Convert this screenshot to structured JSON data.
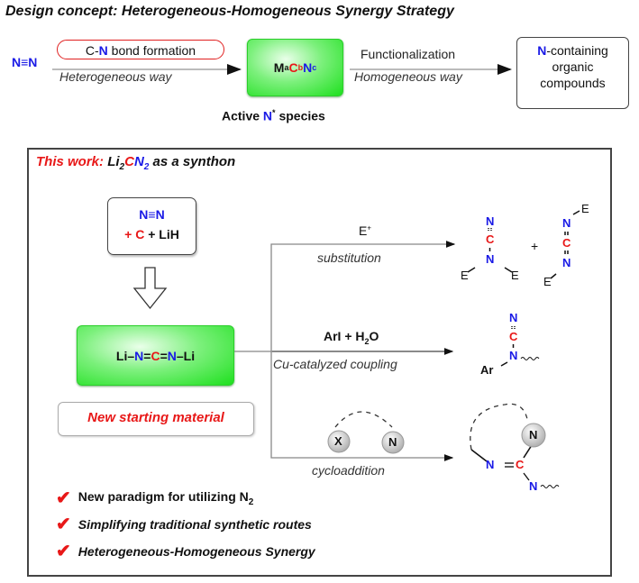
{
  "title": "Design concept: Heterogeneous-Homogeneous Synergy Strategy",
  "top_flow": {
    "start": "N≡N",
    "step1": {
      "box_prefix": "C-",
      "box_highlight": "N",
      "box_suffix": " bond formation",
      "below": "Heterogeneous way"
    },
    "intermediate": {
      "m": "M",
      "m_sub": "a",
      "c": "C",
      "c_sub": "b",
      "n": "N",
      "n_sub": "c",
      "caption_prefix": "Active ",
      "caption_highlight": "N",
      "caption_sup": "*",
      "caption_suffix": " species"
    },
    "step2": {
      "above": "Functionalization",
      "below": "Homogeneous way"
    },
    "product": {
      "highlight": "N",
      "line1_rest": "-containing",
      "line2": "organic",
      "line3": "compounds"
    }
  },
  "this_work": {
    "prefix": "This work: ",
    "li": "Li",
    "li_sub": "2",
    "c": "C",
    "n": "N",
    "n_sub": "2",
    "suffix": " as a synthon"
  },
  "reagents": {
    "line1": "N≡N",
    "plus1": "+ C",
    "plus2": " + LiH"
  },
  "synthon": {
    "li1": "Li–",
    "n1": "N",
    "eq1": "=",
    "c": "C",
    "eq2": "=",
    "n2": "N",
    "li2": "–Li"
  },
  "new_material": "New starting material",
  "reactions": [
    {
      "above": "E",
      "above_sup": "+",
      "below": "substitution",
      "plus": "+"
    },
    {
      "above": "ArI + H",
      "above_sub": "2",
      "above_tail": "O",
      "below": "Cu-catalyzed coupling"
    },
    {
      "below": "cycloaddition",
      "ring_x": "X",
      "ring_n": "N"
    }
  ],
  "products": {
    "sub_a": {
      "top": "N",
      "mid": "C",
      "bottom": "N",
      "left": "E",
      "right": "E"
    },
    "sub_b": {
      "top": "N",
      "mid": "C",
      "bottom": "N",
      "e_top": "E",
      "e_bottom": "E"
    },
    "cu": {
      "top": "N",
      "mid": "C",
      "bottom": "N",
      "ar": "Ar"
    },
    "cyclo": {
      "n_ring": "N",
      "n_imine": "N",
      "c": "C",
      "eq": "=",
      "n_tail": "N"
    }
  },
  "bullets": [
    {
      "text": "New paradigm for utilizing N",
      "sub": "2",
      "italic": false
    },
    {
      "text": "Simplifying traditional synthetic routes",
      "sub": "",
      "italic": true
    },
    {
      "text": "Heterogeneous-Homogeneous Synergy",
      "sub": "",
      "italic": true
    }
  ],
  "colors": {
    "nitrogen": "#1a1ae6",
    "carbon": "#e81818",
    "green": "#22e022",
    "accent_red": "#e81818"
  }
}
